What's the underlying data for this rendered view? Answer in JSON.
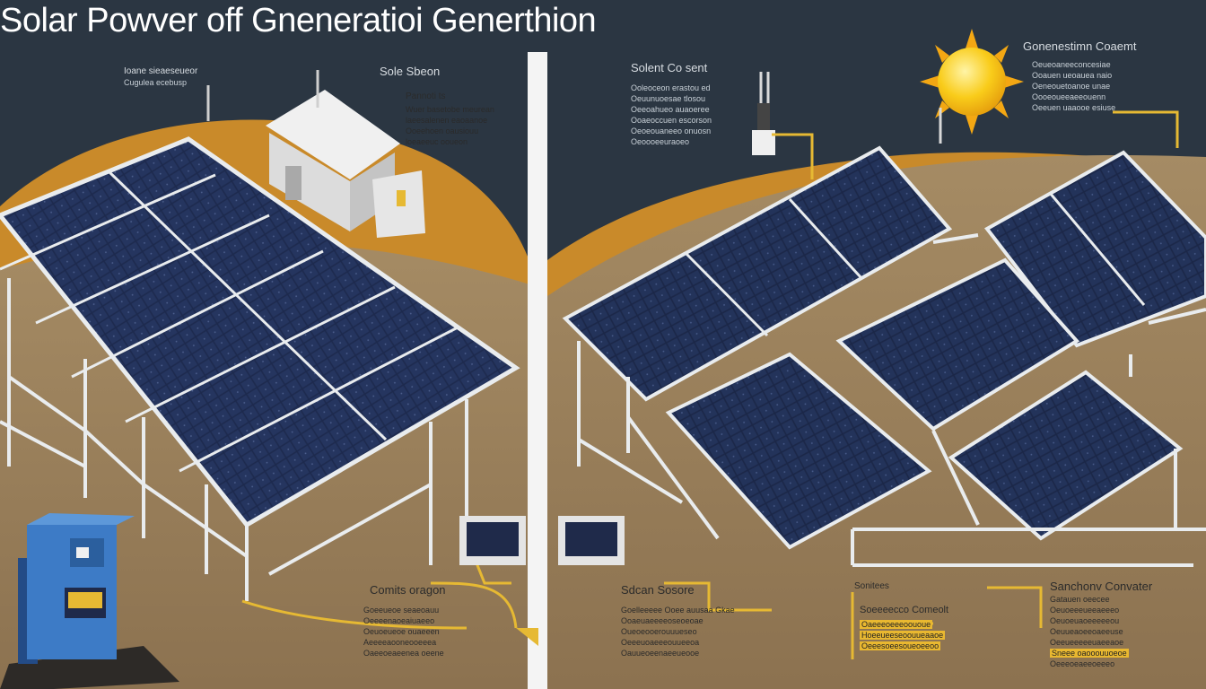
{
  "title": "Solar Powver off Gneneratioi Generthion",
  "labels": {
    "top_left_small": {
      "heading": "Ioane sieaeseueor",
      "lines": [
        "Cugulea ecebusp"
      ]
    },
    "solar_station_left": {
      "heading": "Sole Sbeon"
    },
    "pannel_block": {
      "heading": "Pannoti ts",
      "lines": [
        "Wuer basetobe meurean",
        "laeesalenen eaoaanoe",
        "Ooeehoen oausiouu",
        "loeaeeuc ooueon"
      ]
    },
    "solar_co_sent": {
      "heading": "Solent Co sent",
      "lines": [
        "Ooleoceon erastou ed",
        "Oeuunuoesae tlosou",
        "Oeeoahueo auaoeree",
        "Ooaeoccuen escorson",
        "Oeoeouaneeo onuosn",
        "Oeoooeeuraoeo"
      ]
    },
    "generation_center": {
      "heading": "Gonenestimn Coaemt",
      "lines": [
        "Oeueoaneeconcesiae",
        "Ooauen ueoauea naio",
        "Oeneouetoanoe unae",
        "Oooeoueeaeeouenn",
        "Oeeuen uaaooe esiuse"
      ]
    },
    "coments_oragon": {
      "heading": "Comits oragon",
      "lines": [
        "Goeeueoe seaeoauu",
        "Oeeeenaoeaiuaeeo",
        "Oeuoeueoe ouaeeen",
        "Aeeeeaooneooeeea",
        "Oaeeoeaeenea oeene"
      ]
    },
    "solar_source": {
      "heading": "Sdcan Sosore",
      "lines": [
        "Goelleeeee Ooee auusaa Gkae",
        "Ooaeuaeeeeoseoeoae",
        "Oueoeooerouuueseo",
        "Oeeeuoaeeeouueeoa",
        "Oauueoeenaeeueooe"
      ]
    },
    "sonitees": {
      "heading": "Sonitees"
    },
    "seoeeecco": {
      "heading": "Soeeeecco Comeolt",
      "highlighted": [
        "Oaeeeoeeeoououe",
        "Hoeeueeseoouueaaoe",
        "Oeeesoeesoueoeeoo"
      ]
    },
    "synchrony_converter": {
      "heading": "Sanchonv Convater",
      "lines": [
        "Gatauen oeecee",
        "Oeuoeeeueeaeeeo",
        "Oeuoeuaoeeeeeou",
        "Oeuueaoeeoaeeuse",
        "Oeeueeeeeuaeeaoe",
        "Sneee oaooouuoeoe",
        "Oeeeoeaeeoeeeo"
      ]
    }
  },
  "colors": {
    "sky_dark": "#2b3642",
    "ground_orange": "#c98a2a",
    "ground_sand": "#a08866",
    "panel_blue": "#1d2a4e",
    "frame_white": "#e9ecee",
    "inverter_blue": "#3d7bc6",
    "wire_yellow": "#e6b933",
    "sun_yellow": "#f7c515"
  },
  "icons": [
    "sun-icon",
    "solar-panel-array-icon",
    "inverter-cabinet-icon",
    "utility-house-icon"
  ]
}
